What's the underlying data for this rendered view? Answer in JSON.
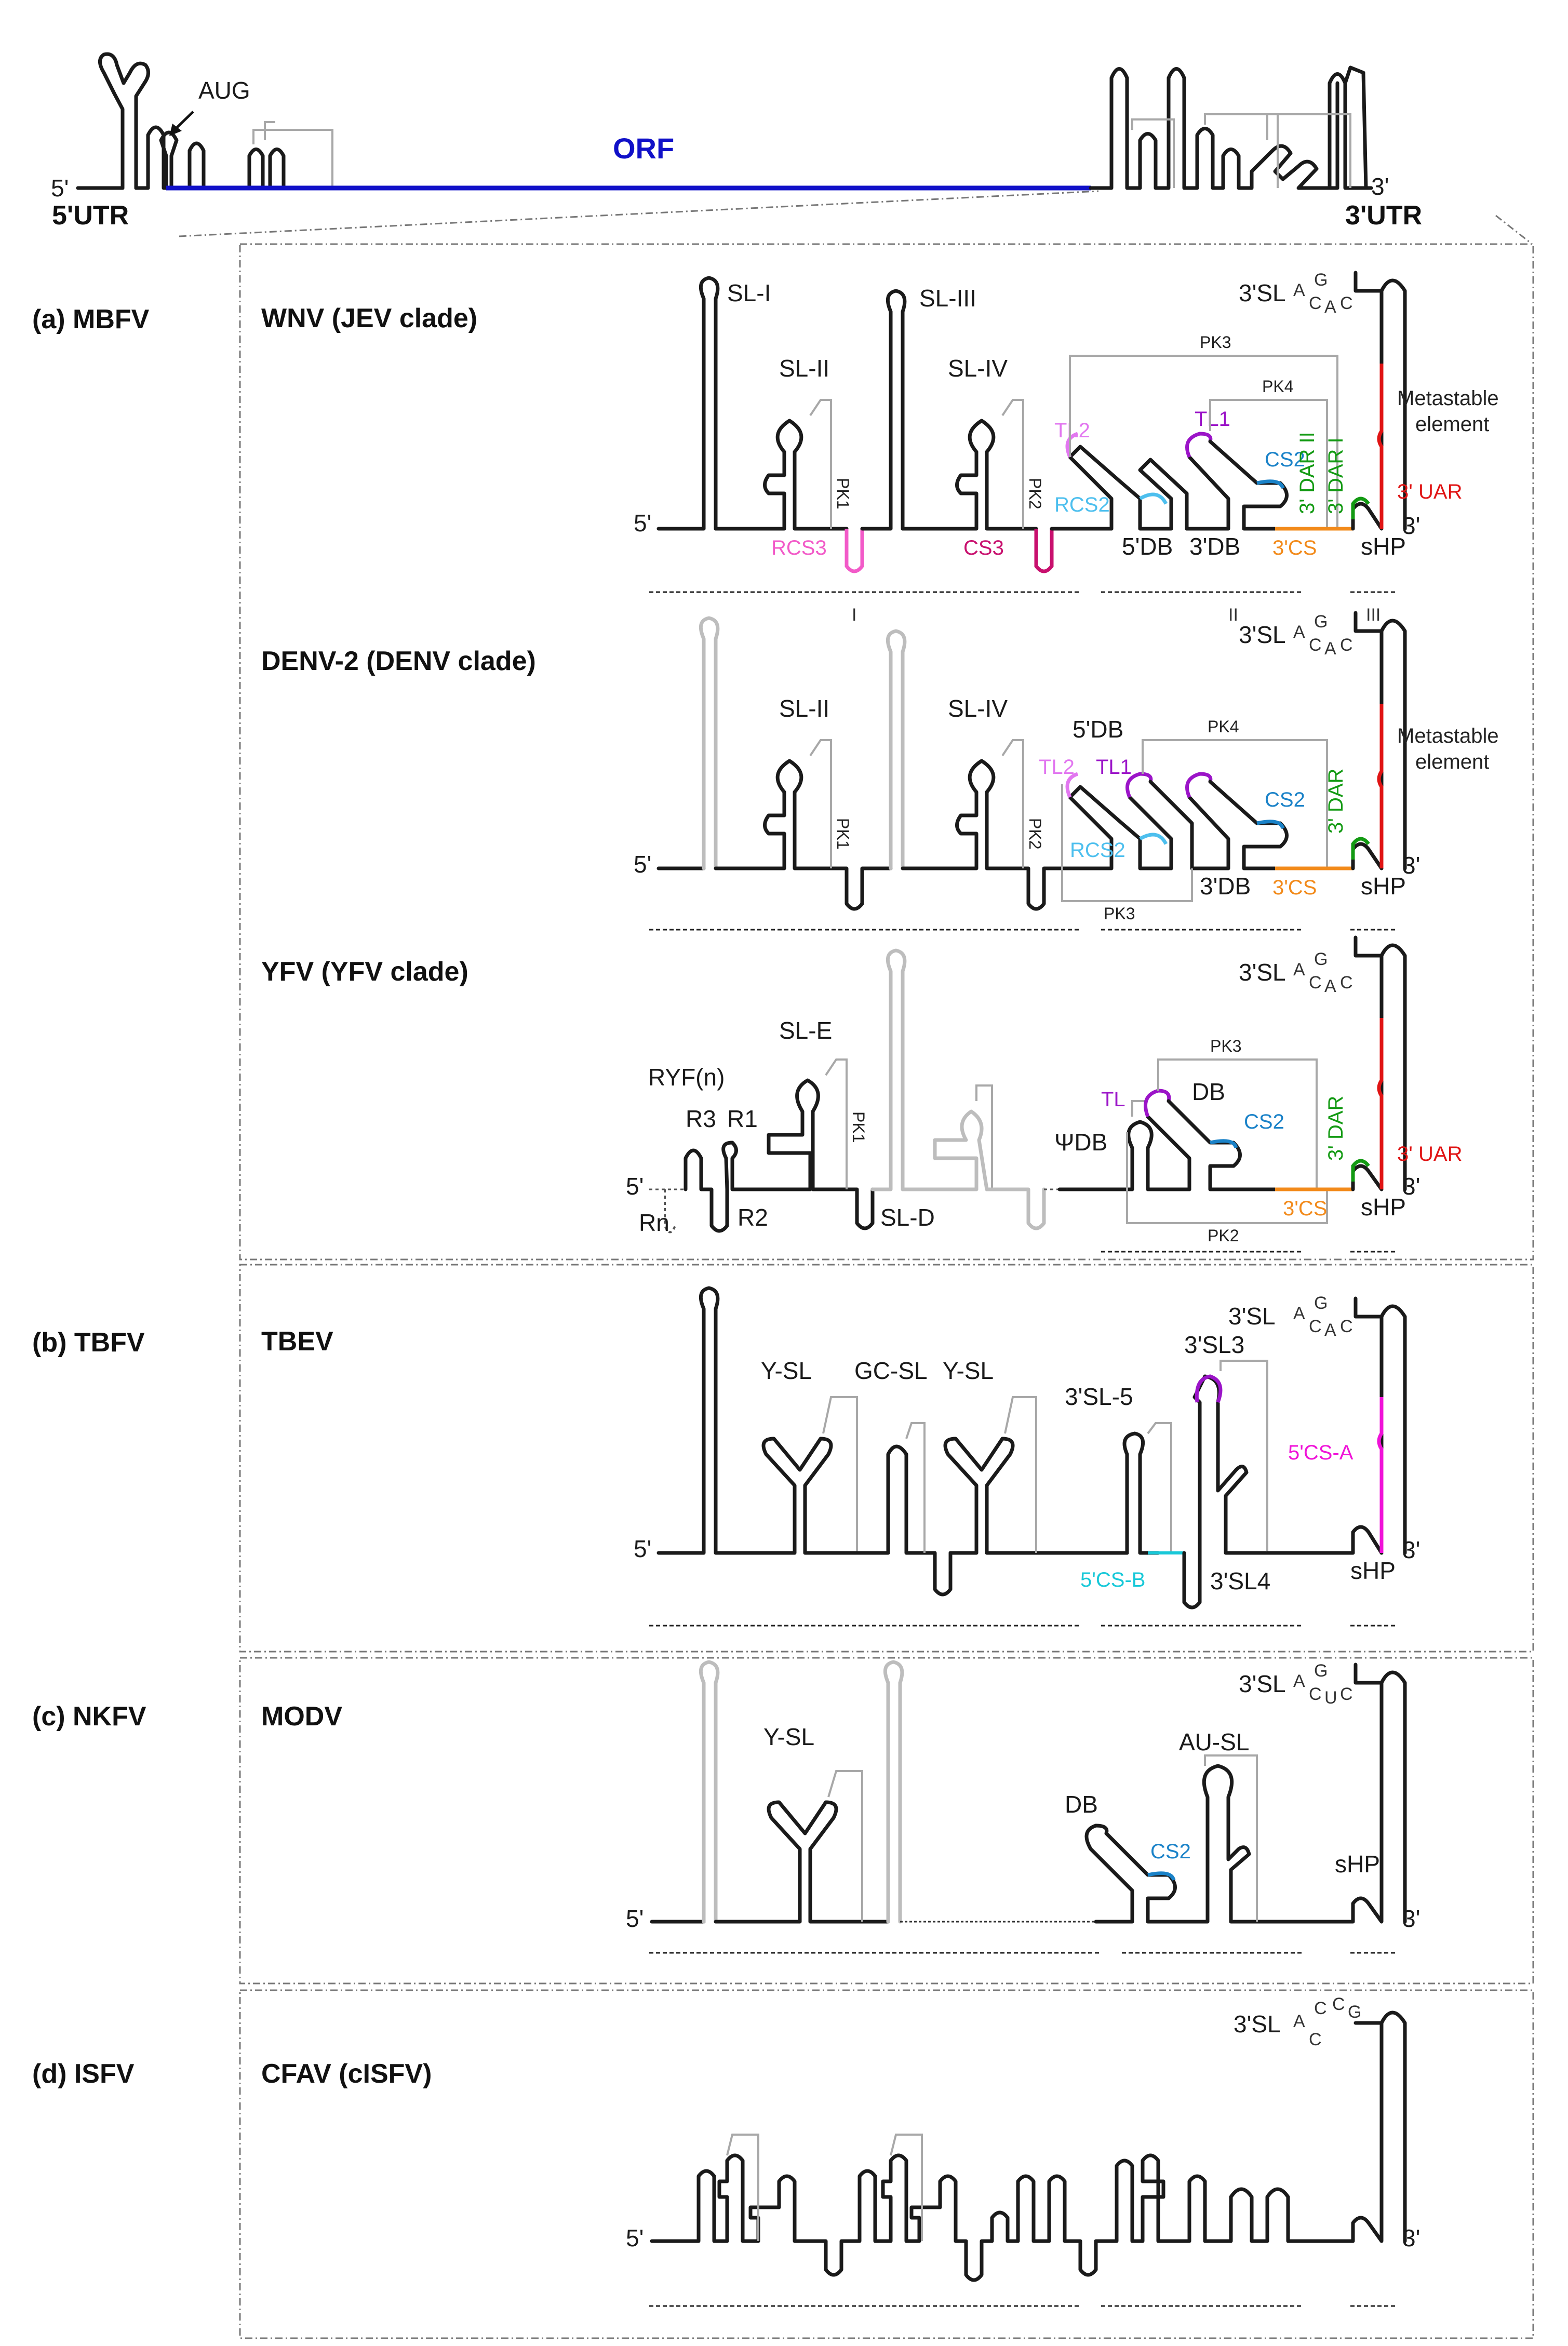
{
  "overview": {
    "aug": "AUG",
    "orf": "ORF",
    "five_prime": "5'",
    "three_prime": "3'",
    "utr5": "5'UTR",
    "utr3": "3'UTR"
  },
  "colors": {
    "orf": "#1010c8",
    "rcs": "#f25ac8",
    "cs3": "#c8106e",
    "tl2": "#e277f0",
    "tl1": "#9b14c8",
    "rcs2": "#4dbfee",
    "cs2": "#1a82c8",
    "dar": "#139a13",
    "cs3prime": "#f28a1a",
    "uar": "#e01414",
    "cs5a": "#f012d8",
    "cs5b": "#17c8d8",
    "ghost": "#bdbdbd"
  },
  "panels": {
    "a": {
      "group": "(a) MBFV",
      "virus1": "WNV (JEV clade)",
      "virus2": "DENV-2 (DENV clade)",
      "virus3": "YFV (YFV clade)",
      "labels": {
        "sl1": "SL-I",
        "sl2": "SL-II",
        "sl3": "SL-III",
        "sl4": "SL-IV",
        "pk1": "PK1",
        "pk2": "PK2",
        "pk3": "PK3",
        "pk4": "PK4",
        "pk2b": "PK2",
        "tl2": "TL2",
        "tl1": "TL1",
        "tl": "TL",
        "rcs2": "RCS2",
        "cs2": "CS2",
        "rcs3": "RCS3",
        "cs3": "CS3",
        "db5": "5'DB",
        "db3": "3'DB",
        "db": "DB",
        "psidb": "ΨDB",
        "cs3p": "3'CS",
        "shp": "sHP",
        "sl3p": "3'SL",
        "dar1": "3' DAR I",
        "dar2": "3' DAR II",
        "dar": "3' DAR",
        "uar": "3' UAR",
        "metastable1": "Metastable",
        "metastable2": "element",
        "dom1": "I",
        "dom2": "II",
        "dom3": "III",
        "sle": "SL-E",
        "sld": "SL-D",
        "ryf": "RYF(n)",
        "r1": "R1",
        "r2": "R2",
        "r3": "R3",
        "rn": "Rn"
      }
    },
    "b": {
      "group": "(b) TBFV",
      "virus": "TBEV",
      "labels": {
        "ysl": "Y-SL",
        "gcsl": "GC-SL",
        "sl5": "3'SL-5",
        "sl3": "3'SL3",
        "sl4": "3'SL4",
        "sl3p": "3'SL",
        "cs5a": "5'CS-A",
        "cs5b": "5'CS-B",
        "shp": "sHP"
      }
    },
    "c": {
      "group": "(c) NKFV",
      "virus": "MODV",
      "labels": {
        "ysl": "Y-SL",
        "db": "DB",
        "ausl": "AU-SL",
        "cs2": "CS2",
        "shp": "sHP",
        "sl3p": "3'SL"
      }
    },
    "d": {
      "group": "(d) ISFV",
      "virus": "CFAV (cISFV)",
      "labels": {
        "sl3p": "3'SL"
      }
    }
  },
  "loops": {
    "gac": [
      "A",
      "G",
      "C",
      "A",
      "C"
    ],
    "gcuc": [
      "A",
      "G",
      "C",
      "U",
      "C"
    ],
    "accg": [
      "A",
      "C",
      "C",
      "G",
      "C"
    ]
  }
}
